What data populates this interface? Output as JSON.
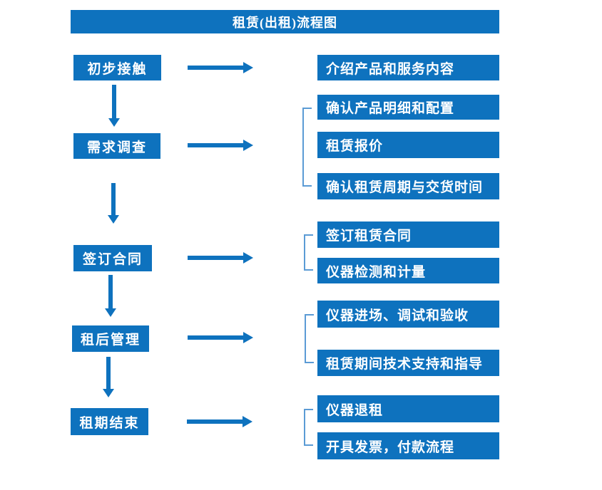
{
  "title": "租赁(出租)流程图",
  "colors": {
    "primary": "#0E72BE",
    "bracket": "#5B9BD5",
    "text_on_primary": "#FFFFFF",
    "background": "#FFFFFF"
  },
  "steps": [
    {
      "label": "初步接触",
      "details": [
        "介绍产品和服务内容"
      ]
    },
    {
      "label": "需求调查",
      "details": [
        "确认产品明细和配置",
        "租赁报价",
        "确认租赁周期与交货时间"
      ]
    },
    {
      "label": "签订合同",
      "details": [
        "签订租赁合同",
        "仪器检测和计量"
      ]
    },
    {
      "label": "租后管理",
      "details": [
        "仪器进场、调试和验收",
        "租赁期间技术支持和指导"
      ]
    },
    {
      "label": "租期结束",
      "details": [
        "仪器退租",
        "开具发票，付款流程"
      ]
    }
  ]
}
